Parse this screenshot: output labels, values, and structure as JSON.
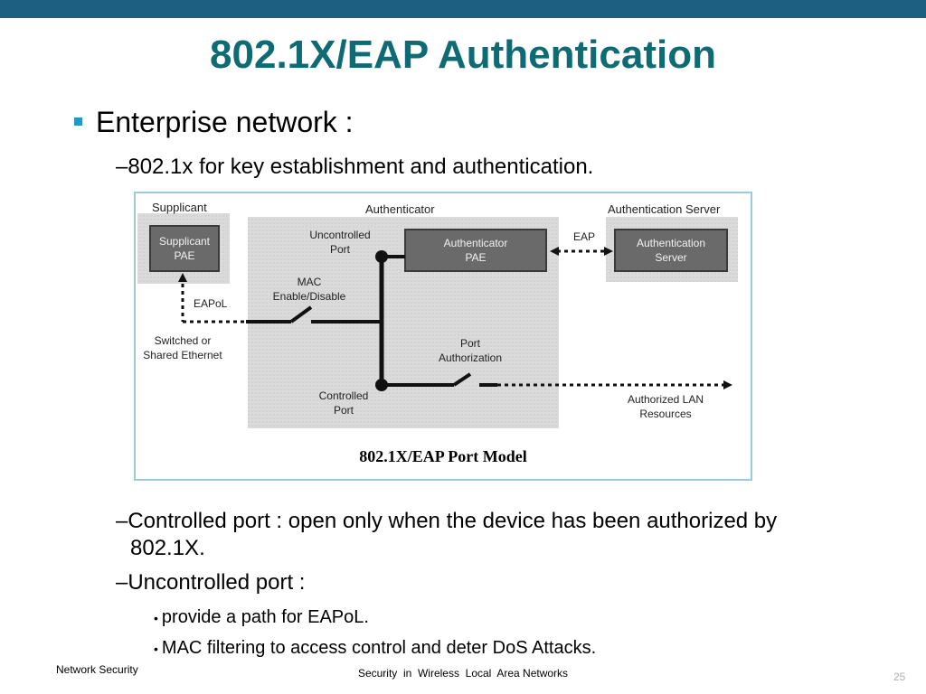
{
  "slide": {
    "title": "802.1X/EAP Authentication",
    "bullets": {
      "level1": "Enterprise network :",
      "item1": "–802.1x for key establishment and authentication.",
      "item2_line1": "–Controlled port : open only when the device has been authorized by",
      "item2_line2": "802.1X.",
      "item3": "–Uncontrolled port :",
      "sub1": "provide a path for EAPoL.",
      "sub2": "MAC filtering to access control and deter DoS Attacks.",
      "sub_marker": "•"
    }
  },
  "diagram": {
    "caption": "802.1X/EAP Port Model",
    "labels": {
      "supplicant": "Supplicant",
      "authenticator": "Authenticator",
      "auth_server": "Authentication Server",
      "supplicant_pae_1": "Supplicant",
      "supplicant_pae_2": "PAE",
      "authenticator_pae_1": "Authenticator",
      "authenticator_pae_2": "PAE",
      "server_box_1": "Authentication",
      "server_box_2": "Server",
      "uncontrolled_1": "Uncontrolled",
      "uncontrolled_2": "Port",
      "eap": "EAP",
      "mac_1": "MAC",
      "mac_2": "Enable/Disable",
      "eapol": "EAPoL",
      "switched_1": "Switched or",
      "switched_2": "Shared Ethernet",
      "port_auth_1": "Port",
      "port_auth_2": "Authorization",
      "controlled_1": "Controlled",
      "controlled_2": "Port",
      "lan_1": "Authorized LAN",
      "lan_2": "Resources"
    }
  },
  "footer": {
    "left": "Network Security",
    "center": "Security  in  Wireless  Local  Area Networks",
    "page": "25"
  },
  "colors": {
    "topbar": "#1d5f80",
    "title": "#0e6b74",
    "bullet": "#1e9ac8",
    "figure_border": "#9cc9dc"
  }
}
